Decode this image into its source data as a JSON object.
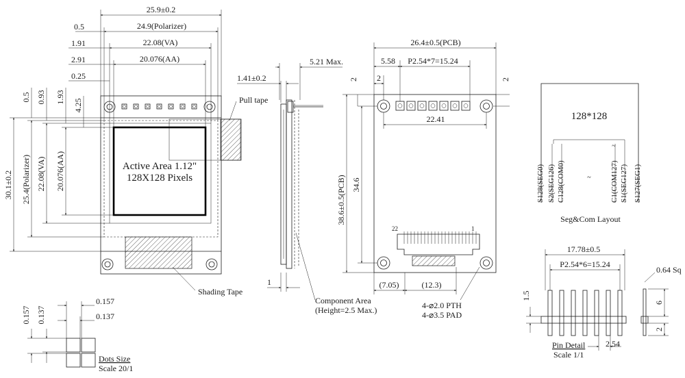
{
  "front_view": {
    "dims_top": {
      "total_width": "25.9±0.2",
      "polarizer_offset": "0.5",
      "polarizer_width": "24.9(Polarizer)",
      "va_offset": "1.91",
      "va_width": "22.08(VA)",
      "aa_offset": "2.91",
      "aa_width": "20.076(AA)",
      "aa_small": "0.25"
    },
    "dims_left": {
      "d_05": "0.5",
      "d_093": "0.93",
      "d_193": "1.93",
      "d_425": "4.25",
      "total_height": "30.1±0.2",
      "polarizer_height": "25.4(Polarizer)",
      "va_height": "22.08(VA)",
      "aa_height": "20.076(AA)"
    },
    "active_area_line1": "Active Area 1.12\"",
    "active_area_line2": "128X128 Pixels",
    "pull_tape": "Pull tape",
    "shading_tape": "Shading Tape"
  },
  "side_view": {
    "max_thickness": "5.21 Max.",
    "glass_thickness": "1.41±0.2",
    "dim_1": "1",
    "component_area": "Component Area",
    "component_height": "(Height=2.5 Max.)"
  },
  "pcb_view": {
    "pcb_width": "26.4±0.5(PCB)",
    "d_558": "5.58",
    "pitch": "P2.54*7=15.24",
    "d_2_left": "2",
    "d_2_top": "2",
    "d_2_right": "2",
    "d_2241": "22.41",
    "pcb_height": "38.6±0.5(PCB)",
    "d_346": "34.6",
    "pin_22": "22",
    "pin_1": "1",
    "d_705": "(7.05)",
    "d_123": "(12.3)",
    "holes_line1": "4-⌀2.0 PTH",
    "holes_line2": "4-⌀3.5 PAD"
  },
  "seg_com": {
    "resolution": "128*128",
    "pins": [
      "S128(SEG0)",
      "S2(SEG126)",
      "C128(COM0)",
      "C1(COM127)",
      "S1(SEG127)",
      "S127(SEG1)"
    ],
    "tilde": "~",
    "title": "Seg&Com Layout"
  },
  "dots": {
    "d_0157_a": "0.157",
    "d_0137_a": "0.137",
    "d_0157_b": "0.157",
    "d_0137_b": "0.137",
    "title": "Dots Size",
    "scale": "Scale 20/1"
  },
  "pin_detail": {
    "total": "17.78±0.5",
    "pitch": "P2.54*6=15.24",
    "square": "0.64 Sq",
    "d_15": "1.5",
    "d_6": "6",
    "d_2": "2",
    "d_254": "2.54",
    "title": "Pin Detail",
    "scale": "Scale 1/1"
  }
}
